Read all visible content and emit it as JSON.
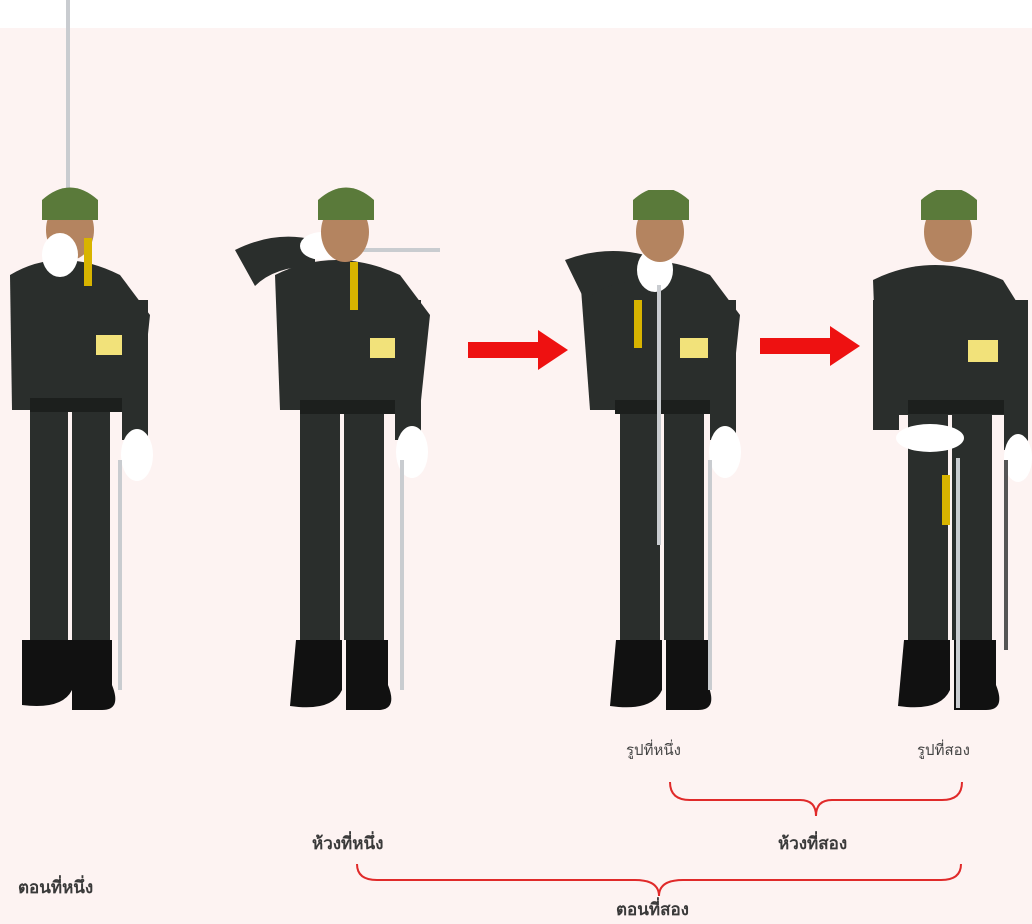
{
  "scene": {
    "background_color": "#fdf3f2",
    "uniform_color": "#2a2e2c",
    "glove_color": "#ffffff",
    "arrow_color": "#ee1111",
    "brace_color": "#e02a2a",
    "sword_color": "#c9ccd0",
    "tassel_color": "#d8b400"
  },
  "figures": [
    {
      "id": "figure-1",
      "pose": "sword raised vertical, hilt at chin"
    },
    {
      "id": "figure-2",
      "pose": "sword held horizontal at face level"
    },
    {
      "id": "figure-3",
      "pose": "sword lowered vertical along body"
    },
    {
      "id": "figure-4",
      "pose": "sword sheathed, right hand on hilt"
    }
  ],
  "captions": {
    "picture_one": "รูปที่หนึ่ง",
    "picture_two": "รูปที่สอง",
    "phase_one": "ห้วงที่หนึ่ง",
    "phase_two": "ห้วงที่สอง",
    "step_one": "ตอนที่หนึ่ง",
    "step_two": "ตอนที่สอง"
  }
}
